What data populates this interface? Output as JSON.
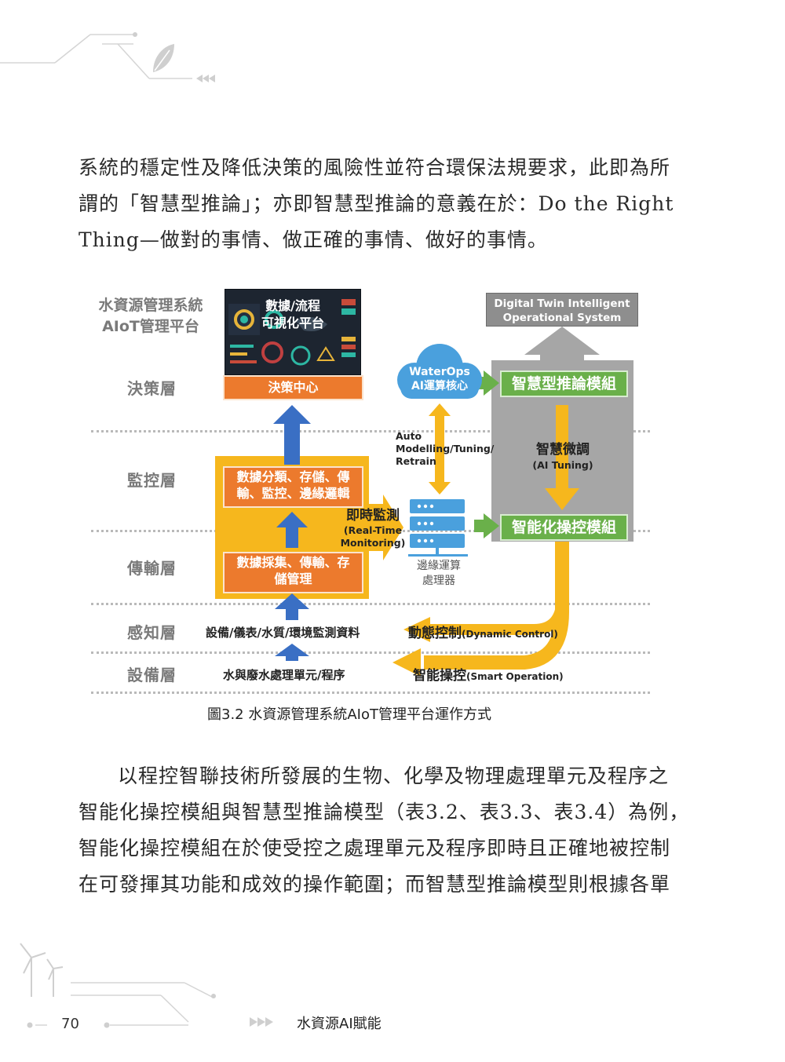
{
  "paragraph_top": {
    "lines": [
      "系統的穩定性及降低決策的風險性並符合環保法規要求，此即為所",
      "謂的「智慧型推論」；亦即智慧型推論的意義在於：Do the Right",
      "Thing—做對的事情、做正確的事情、做好的事情。"
    ]
  },
  "figure": {
    "platform_title_line1": "水資源管理系統",
    "platform_title_line2": "AIoT管理平台",
    "layers": {
      "decision": "決策層",
      "monitoring": "監控層",
      "transmission": "傳輸層",
      "sensing": "感知層",
      "equipment": "設備層"
    },
    "dashboard_line1": "數據/流程",
    "dashboard_line2": "可視化平台",
    "decision_center": "決策中心",
    "data_classify_line1": "數據分類、存儲、傳",
    "data_classify_line2": "輸、監控、邊緣邏輯",
    "data_collect_line1": "數據採集、傳輸、存",
    "data_collect_line2": "儲管理",
    "realtime_title": "即時監測",
    "realtime_sub1": "(Real-Time",
    "realtime_sub2": "Monitoring)",
    "cloud_line1": "WaterOps",
    "cloud_line2": "AI運算核心",
    "auto_line1": "Auto",
    "auto_line2": "Modelling/Tuning/",
    "auto_line3": "Retrain",
    "edge_line1": "邊緣運算",
    "edge_line2": "處理器",
    "digital_twin_line1": "Digital Twin Intelligent",
    "digital_twin_line2": "Operational System",
    "inference_module": "智慧型推論模組",
    "fine_tune_title": "智慧微調",
    "fine_tune_sub": "(AI Tuning)",
    "smart_control_module": "智能化操控模組",
    "sensing_data": "設備/儀表/水質/環境監測資料",
    "equipment_units": "水與廢水處理單元/程序",
    "dynamic_control_cn": "動態控制",
    "dynamic_control_en": "(Dynamic Control)",
    "smart_operation_cn": "智能操控",
    "smart_operation_en": "(Smart Operation)",
    "caption": "圖3.2 水資源管理系統AIoT管理平台運作方式",
    "colors": {
      "orange": "#ec7a2d",
      "yellow": "#f6b71d",
      "green": "#6ab04a",
      "blue": "#3a6fc4",
      "gray": "#a6a6a6",
      "cloud": "#4aa0dd"
    }
  },
  "paragraph_bottom": {
    "lines": [
      "以程控智聯技術所發展的生物、化學及物理處理單元及程序之",
      "智能化操控模組與智慧型推論模型（表3.2、表3.3、表3.4）為例，",
      "智能化操控模組在於使受控之處理單元及程序即時且正確地被控制",
      "在可發揮其功能和成效的操作範圍；而智慧型推論模型則根據各單"
    ]
  },
  "footer": {
    "page_number": "70",
    "book_title": "水資源AI賦能"
  }
}
